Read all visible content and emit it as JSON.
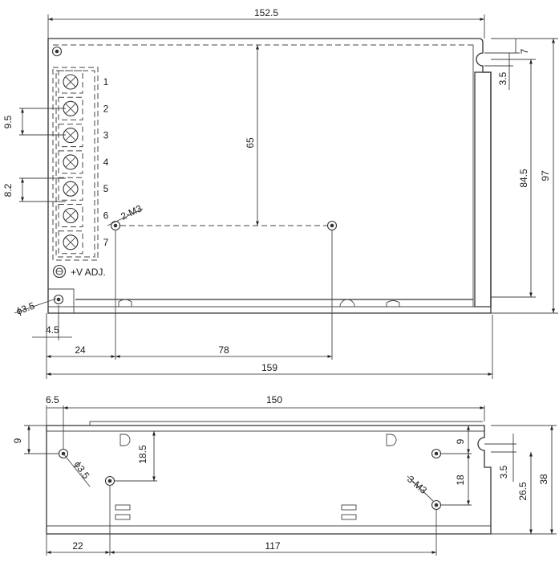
{
  "top_view": {
    "overall_width": "152.5",
    "total_length": "159",
    "vertical_65": "65",
    "height_84_5": "84.5",
    "height_97": "97",
    "right_7": "7",
    "right_3_5": "3.5",
    "pitch_9_5": "9.5",
    "pitch_8_2": "8.2",
    "hole_dia": "ϕ3.5",
    "offset_4_5": "4.5",
    "offset_24": "24",
    "span_78": "78",
    "mount_label": "2-M3",
    "vadj_label": "+V ADJ.",
    "terminals": [
      "1",
      "2",
      "3",
      "4",
      "5",
      "6",
      "7"
    ]
  },
  "side_view": {
    "width_150": "150",
    "left_6_5": "6.5",
    "left_9": "9",
    "dim_18_5": "18.5",
    "hole_dia": "ϕ3.5",
    "dim_9": "9",
    "dim_18": "18",
    "right_3_5": "3.5",
    "dim_26_5": "26.5",
    "height_38": "38",
    "mount_label": "3-M3",
    "bottom_22": "22",
    "bottom_117": "117"
  },
  "colors": {
    "line": "#333333",
    "text": "#1a1a1a",
    "background": "#ffffff"
  }
}
